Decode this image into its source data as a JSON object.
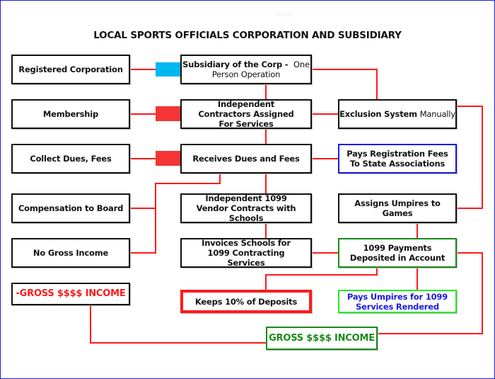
{
  "sheet_label": "Sheet",
  "title": "LOCAL SPORTS OFFICIALS CORPORATION AND SUBSIDIARY",
  "boxes": {
    "registered_corporation": "Registered Corporation",
    "subsidiary_bold": "Subsidiary of the Corp -",
    "subsidiary_normal_1": "One",
    "subsidiary_normal_2": "Person Operation",
    "membership": "Membership",
    "independent_contractors": "Independent Contractors Assigned For Services",
    "exclusion_bold": "Exclusion System",
    "exclusion_normal": "Manually",
    "collect_dues": "Collect Dues, Fees",
    "receives_dues": "Receives Dues and Fees",
    "pays_registration": "Pays Registration Fees To State Associations",
    "compensation": "Compensation to Board",
    "vendor_contracts": "Independent 1099  Vendor Contracts with Schools",
    "assigns_umpires": "Assigns Umpires to  Games",
    "no_gross_income": "No Gross Income",
    "invoices_schools": "Invoices Schools for 1099 Contracting Services",
    "payments_deposited": "1099 Payments Deposited in Account",
    "negative_gross": "-GROSS $$$$ INCOME",
    "keeps_deposits": "Keeps 10% of Deposits",
    "pays_umpires": "Pays Umpires for 1099 Services Rendered",
    "gross_income": "GROSS $$$$ INCOME"
  },
  "colors": {
    "line": "#ff1a1a",
    "blue_connector": "#00b8f0",
    "red_connector": "#f53535",
    "green": "#1a8a1a",
    "lime": "#22ee22",
    "blue_border": "#1a1ae0",
    "blue_text": "#1a1ae0",
    "red_text": "#ff1a1a"
  }
}
